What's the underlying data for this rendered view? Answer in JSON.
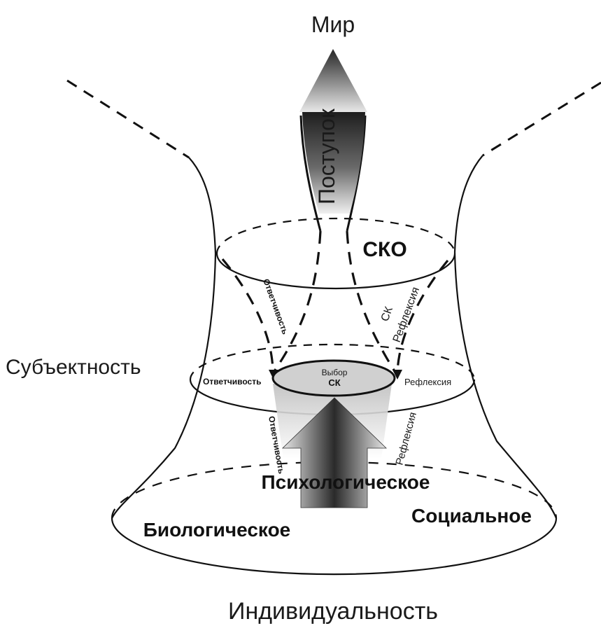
{
  "labels": {
    "world": "Мир",
    "deed": "Поступок",
    "sko": "СКО",
    "subjectness": "Субъектность",
    "individuality": "Индивидуальность",
    "responsiveness_upper": "Ответчивость",
    "reflection_upper": "Рефлексия",
    "sk_upper": "СК",
    "responsiveness_middle": "Ответчивость",
    "reflection_middle": "Рефлексия",
    "choice": "Выбор",
    "sk_choice": "СК",
    "responsiveness_lower": "Ответчивость",
    "reflection_lower": "Рефлексия",
    "psychological": "Психологическое",
    "biological": "Биологическое",
    "social": "Социальное"
  },
  "colors": {
    "line": "#111111",
    "arrow_dark": "#1e1e1e",
    "arrow_light": "#e6e6e6",
    "choice_fill": "#d0d0d0"
  }
}
